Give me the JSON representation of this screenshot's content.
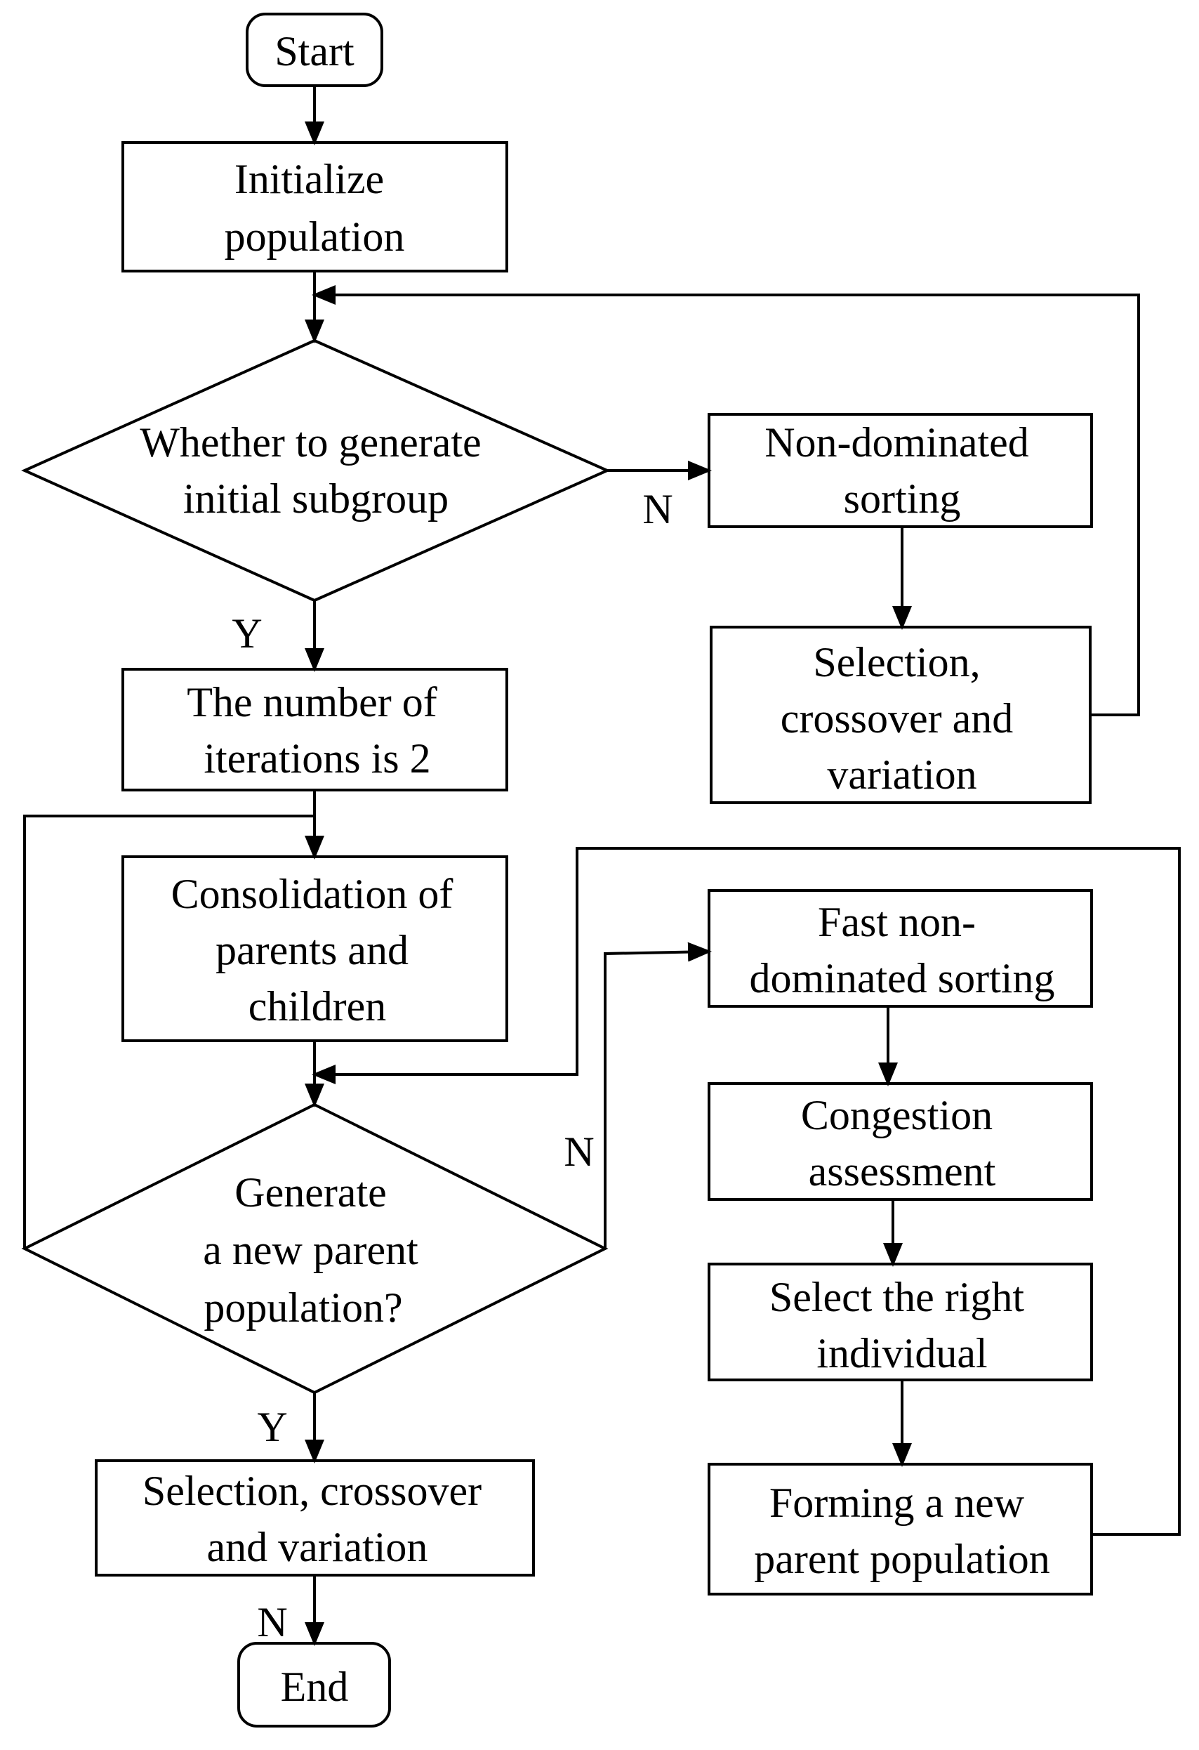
{
  "nodes": {
    "start": [
      "Start"
    ],
    "init": [
      "Initialize",
      "population"
    ],
    "decision1": [
      "Whether to generate",
      "initial subgroup"
    ],
    "nondom": [
      "Non-dominated",
      "sorting"
    ],
    "sel1": [
      "Selection,",
      "crossover and",
      "variation"
    ],
    "iter": [
      "The number of",
      "iterations is 2"
    ],
    "consol": [
      "Consolidation of",
      "parents and",
      "children"
    ],
    "decision2": [
      "Generate",
      "a new parent",
      "population?"
    ],
    "fast": [
      "Fast non-",
      "dominated sorting"
    ],
    "cong": [
      "Congestion",
      "assessment"
    ],
    "selright": [
      "Select the right",
      "individual"
    ],
    "forming": [
      "Forming a new",
      "parent population"
    ],
    "sel2": [
      "Selection, crossover",
      "and variation"
    ],
    "end": [
      "End"
    ]
  },
  "edge_labels": {
    "d1_no": "N",
    "d1_yes": "Y",
    "d2_no": "N",
    "d2_yes": "Y",
    "sel2_no": "N"
  }
}
